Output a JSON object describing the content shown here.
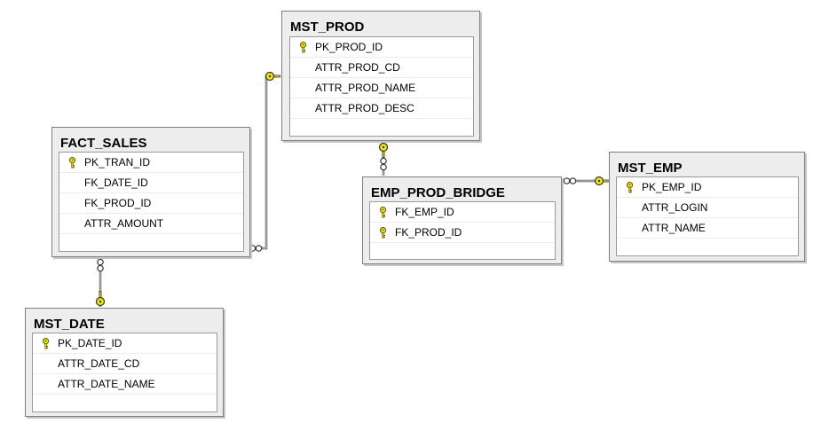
{
  "diagram": {
    "tables": {
      "mst_prod": {
        "name": "MST_PROD",
        "columns": [
          {
            "name": "PK_PROD_ID",
            "key": true
          },
          {
            "name": "ATTR_PROD_CD",
            "key": false
          },
          {
            "name": "ATTR_PROD_NAME",
            "key": false
          },
          {
            "name": "ATTR_PROD_DESC",
            "key": false
          }
        ]
      },
      "fact_sales": {
        "name": "FACT_SALES",
        "columns": [
          {
            "name": "PK_TRAN_ID",
            "key": true
          },
          {
            "name": "FK_DATE_ID",
            "key": false
          },
          {
            "name": "FK_PROD_ID",
            "key": false
          },
          {
            "name": "ATTR_AMOUNT",
            "key": false
          }
        ]
      },
      "emp_prod_bridge": {
        "name": "EMP_PROD_BRIDGE",
        "columns": [
          {
            "name": "FK_EMP_ID",
            "key": true
          },
          {
            "name": "FK_PROD_ID",
            "key": true
          }
        ]
      },
      "mst_emp": {
        "name": "MST_EMP",
        "columns": [
          {
            "name": "PK_EMP_ID",
            "key": true
          },
          {
            "name": "ATTR_LOGIN",
            "key": false
          },
          {
            "name": "ATTR_NAME",
            "key": false
          }
        ]
      },
      "mst_date": {
        "name": "MST_DATE",
        "columns": [
          {
            "name": "PK_DATE_ID",
            "key": true
          },
          {
            "name": "ATTR_DATE_CD",
            "key": false
          },
          {
            "name": "ATTR_DATE_NAME",
            "key": false
          }
        ]
      }
    },
    "relationships": [
      {
        "from": "fact_sales",
        "to": "mst_prod",
        "many_end": "fact_sales",
        "one_end": "mst_prod"
      },
      {
        "from": "emp_prod_bridge",
        "to": "mst_prod",
        "many_end": "emp_prod_bridge",
        "one_end": "mst_prod"
      },
      {
        "from": "emp_prod_bridge",
        "to": "mst_emp",
        "many_end": "emp_prod_bridge",
        "one_end": "mst_emp"
      },
      {
        "from": "fact_sales",
        "to": "mst_date",
        "many_end": "fact_sales",
        "one_end": "mst_date"
      }
    ],
    "colors": {
      "key_fill": "#f2e600",
      "key_stroke": "#6b6200",
      "line": "#555555"
    },
    "icons": {
      "primary_key": "key-icon",
      "many_end": "infinity-icon",
      "one_end": "key-icon"
    }
  }
}
